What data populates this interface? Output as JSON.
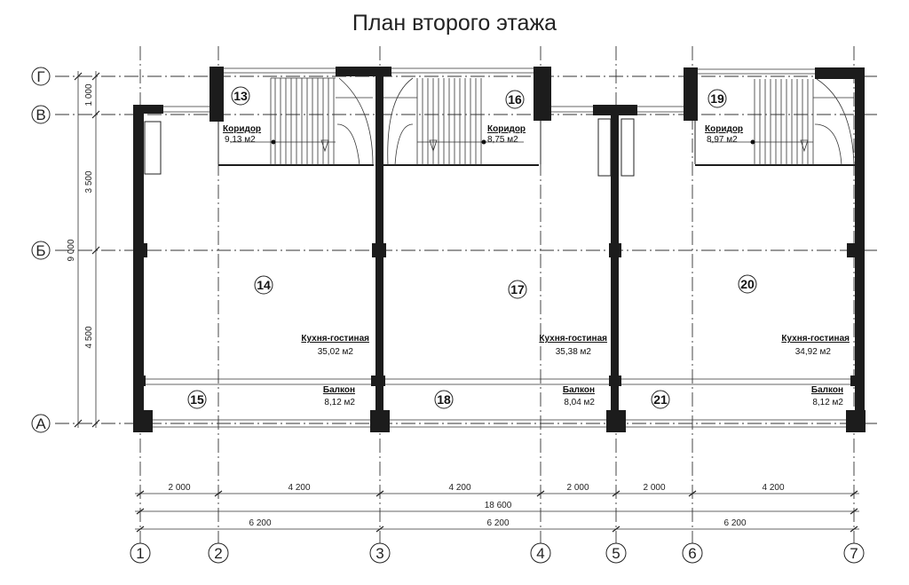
{
  "title": "План второго этажа",
  "axes_rows": [
    "Г",
    "В",
    "Б",
    "А"
  ],
  "axes_cols": [
    "1",
    "2",
    "3",
    "4",
    "5",
    "6",
    "7"
  ],
  "rooms": [
    {
      "num": "13",
      "name": "Коридор",
      "area": "9,13 м2"
    },
    {
      "num": "14",
      "name": "Кухня-гостиная",
      "area": "35,02 м2"
    },
    {
      "num": "15",
      "name": "Балкон",
      "area": "8,12 м2"
    },
    {
      "num": "16",
      "name": "Коридор",
      "area": "8,75 м2"
    },
    {
      "num": "17",
      "name": "Кухня-гостиная",
      "area": "35,38 м2"
    },
    {
      "num": "18",
      "name": "Балкон",
      "area": "8,04 м2"
    },
    {
      "num": "19",
      "name": "Коридор",
      "area": "8,97 м2"
    },
    {
      "num": "20",
      "name": "Кухня-гостиная",
      "area": "34,92 м2"
    },
    {
      "num": "21",
      "name": "Балкон",
      "area": "8,12 м2"
    }
  ],
  "dims_bottom_row1": [
    "2 000",
    "4 200",
    "4 200",
    "2 000",
    "2 000",
    "4 200"
  ],
  "dims_bottom_total": "18 600",
  "dims_bottom_row3": [
    "6 200",
    "6 200",
    "6 200"
  ],
  "dims_left": [
    "1 000",
    "3 500",
    "4 500"
  ],
  "dims_left_total": "9 000"
}
